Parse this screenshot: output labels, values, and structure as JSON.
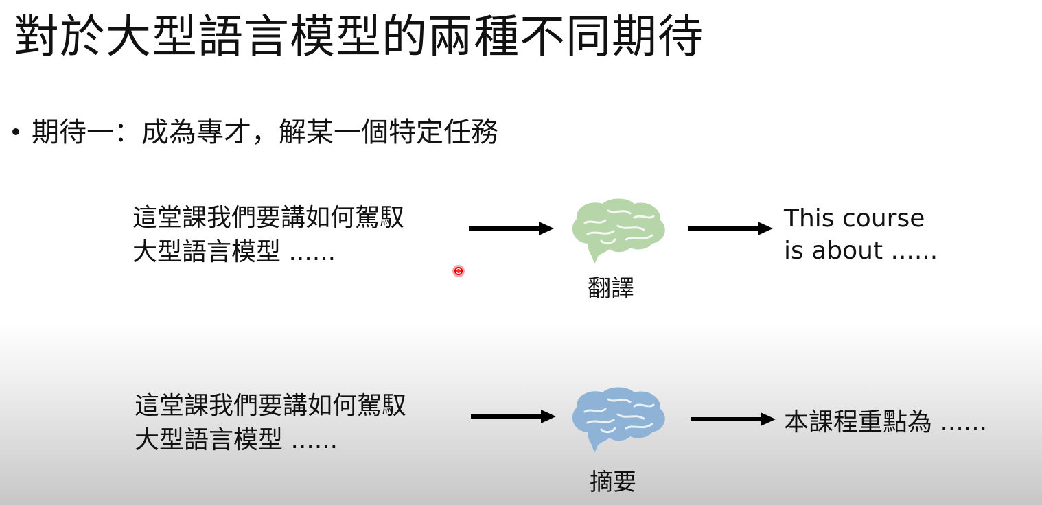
{
  "title": "對於大型語言模型的兩種不同期待",
  "bullet": "期待一：成為專才，解某一個特定任務",
  "examples": [
    {
      "input_lines": [
        "這堂課我們要講如何駕馭",
        "大型語言模型 ......"
      ],
      "model_label": "翻譯",
      "brain_color": "#b6d5a8",
      "output_lines": [
        "This course",
        "is about ......"
      ]
    },
    {
      "input_lines": [
        "這堂課我們要講如何駕馭",
        "大型語言模型 ......"
      ],
      "model_label": "摘要",
      "brain_color": "#8eb3d6",
      "output_lines": [
        "本課程重點為 ......"
      ]
    }
  ],
  "icons": {
    "brain": "brain-icon",
    "arrow": "right-arrow-icon"
  },
  "colors": {
    "pointer": "#e00000"
  }
}
